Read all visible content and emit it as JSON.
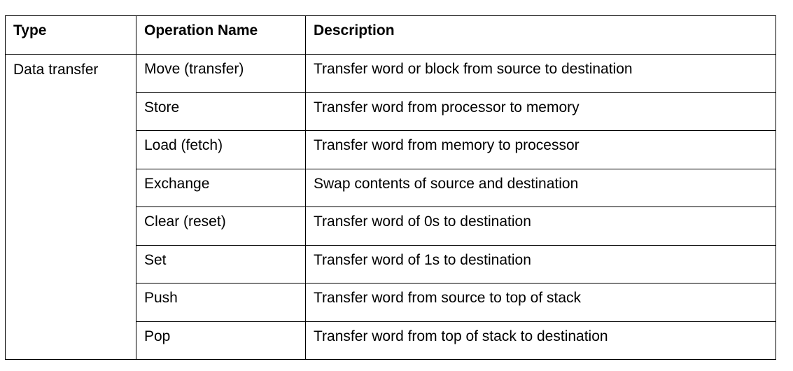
{
  "table": {
    "headers": {
      "type": "Type",
      "operation": "Operation Name",
      "description": "Description"
    },
    "type_value": "Data transfer",
    "rows": [
      {
        "operation": "Move (transfer)",
        "description": "Transfer word or block from source to destination"
      },
      {
        "operation": "Store",
        "description": "Transfer word from processor to memory"
      },
      {
        "operation": "Load (fetch)",
        "description": "Transfer word from memory to processor"
      },
      {
        "operation": "Exchange",
        "description": "Swap contents of source and destination"
      },
      {
        "operation": "Clear (reset)",
        "description": "Transfer word of 0s to destination"
      },
      {
        "operation": "Set",
        "description": "Transfer word of 1s to destination"
      },
      {
        "operation": "Push",
        "description": "Transfer word from source to top of stack"
      },
      {
        "operation": "Pop",
        "description": "Transfer word from top of stack to destination"
      }
    ]
  }
}
